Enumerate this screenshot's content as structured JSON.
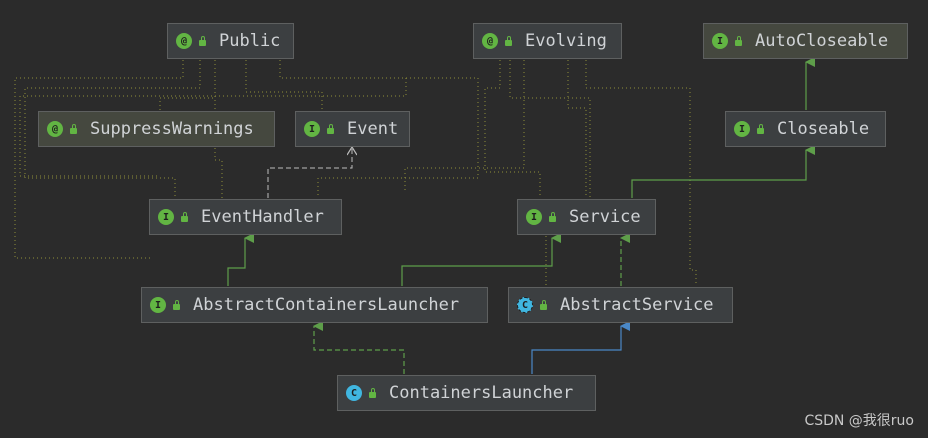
{
  "nodes": {
    "public": {
      "label": "Public",
      "badge": "@",
      "kind": "annotation"
    },
    "evolving": {
      "label": "Evolving",
      "badge": "@",
      "kind": "annotation"
    },
    "autocloseable": {
      "label": "AutoCloseable",
      "badge": "I",
      "kind": "interface"
    },
    "suppresswarnings": {
      "label": "SuppressWarnings",
      "badge": "@",
      "kind": "annotation"
    },
    "event": {
      "label": "Event",
      "badge": "I",
      "kind": "interface"
    },
    "closeable": {
      "label": "Closeable",
      "badge": "I",
      "kind": "interface"
    },
    "eventhandler": {
      "label": "EventHandler",
      "badge": "I",
      "kind": "interface"
    },
    "service": {
      "label": "Service",
      "badge": "I",
      "kind": "interface"
    },
    "abstractcontainerslauncher": {
      "label": "AbstractContainersLauncher",
      "badge": "I",
      "kind": "interface"
    },
    "abstractservice": {
      "label": "AbstractService",
      "badge": "C",
      "kind": "abstract-class"
    },
    "containerslauncher": {
      "label": "ContainersLauncher",
      "badge": "C",
      "kind": "class"
    }
  },
  "edges": [
    {
      "from": "closeable",
      "to": "autocloseable",
      "type": "extends"
    },
    {
      "from": "service",
      "to": "closeable",
      "type": "extends"
    },
    {
      "from": "eventhandler",
      "to": "event",
      "type": "uses"
    },
    {
      "from": "abstractcontainerslauncher",
      "to": "eventhandler",
      "type": "extends"
    },
    {
      "from": "abstractcontainerslauncher",
      "to": "service",
      "type": "extends"
    },
    {
      "from": "abstractservice",
      "to": "service",
      "type": "implements"
    },
    {
      "from": "containerslauncher",
      "to": "abstractservice",
      "type": "extends-class"
    },
    {
      "from": "containerslauncher",
      "to": "abstractcontainerslauncher",
      "type": "implements"
    }
  ],
  "colors": {
    "background": "#2b2b2b",
    "extends": "#5e9e4a",
    "implements": "#5e9e4a",
    "extends_class": "#4a88c7",
    "uses": "#bcbcbc",
    "annotation_link": "#8f8f3a"
  },
  "watermark": "CSDN @我很ruo"
}
